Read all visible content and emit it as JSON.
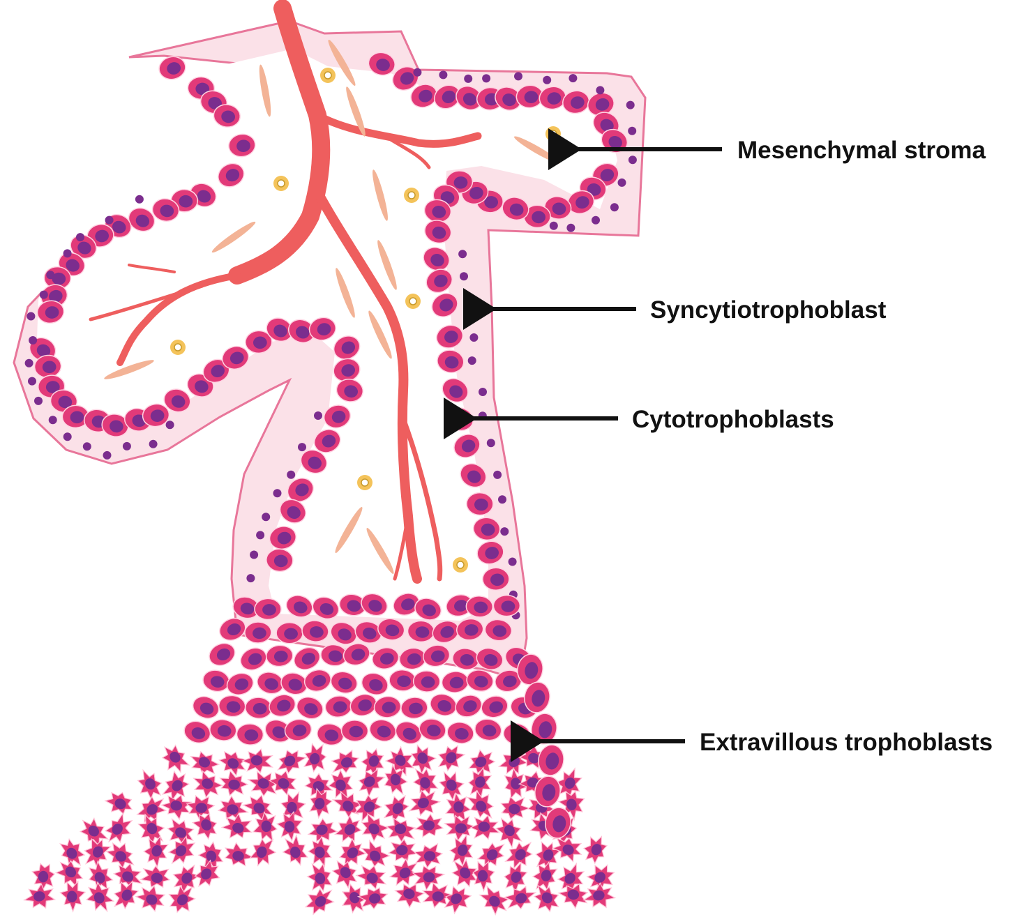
{
  "labels": {
    "mesenchymal_stroma": "Mesenchymal stroma",
    "syncytiotrophoblast": "Syncytiotrophoblast",
    "cytotrophoblasts": "Cytotrophoblasts",
    "extravillous_trophoblasts": "Extravillous trophoblasts"
  },
  "colors": {
    "background": "#ffffff",
    "villus_fill": "#fbe1e8",
    "villus_outline": "#e8769a",
    "stroma_fill": "#ffffff",
    "vessel": "#ee5e5e",
    "cell_body": "#e23a79",
    "cell_nucleus": "#7b2d8e",
    "fibroblast": "#f3b396",
    "macrophage": "#f4c35a",
    "arrow": "#111111"
  }
}
